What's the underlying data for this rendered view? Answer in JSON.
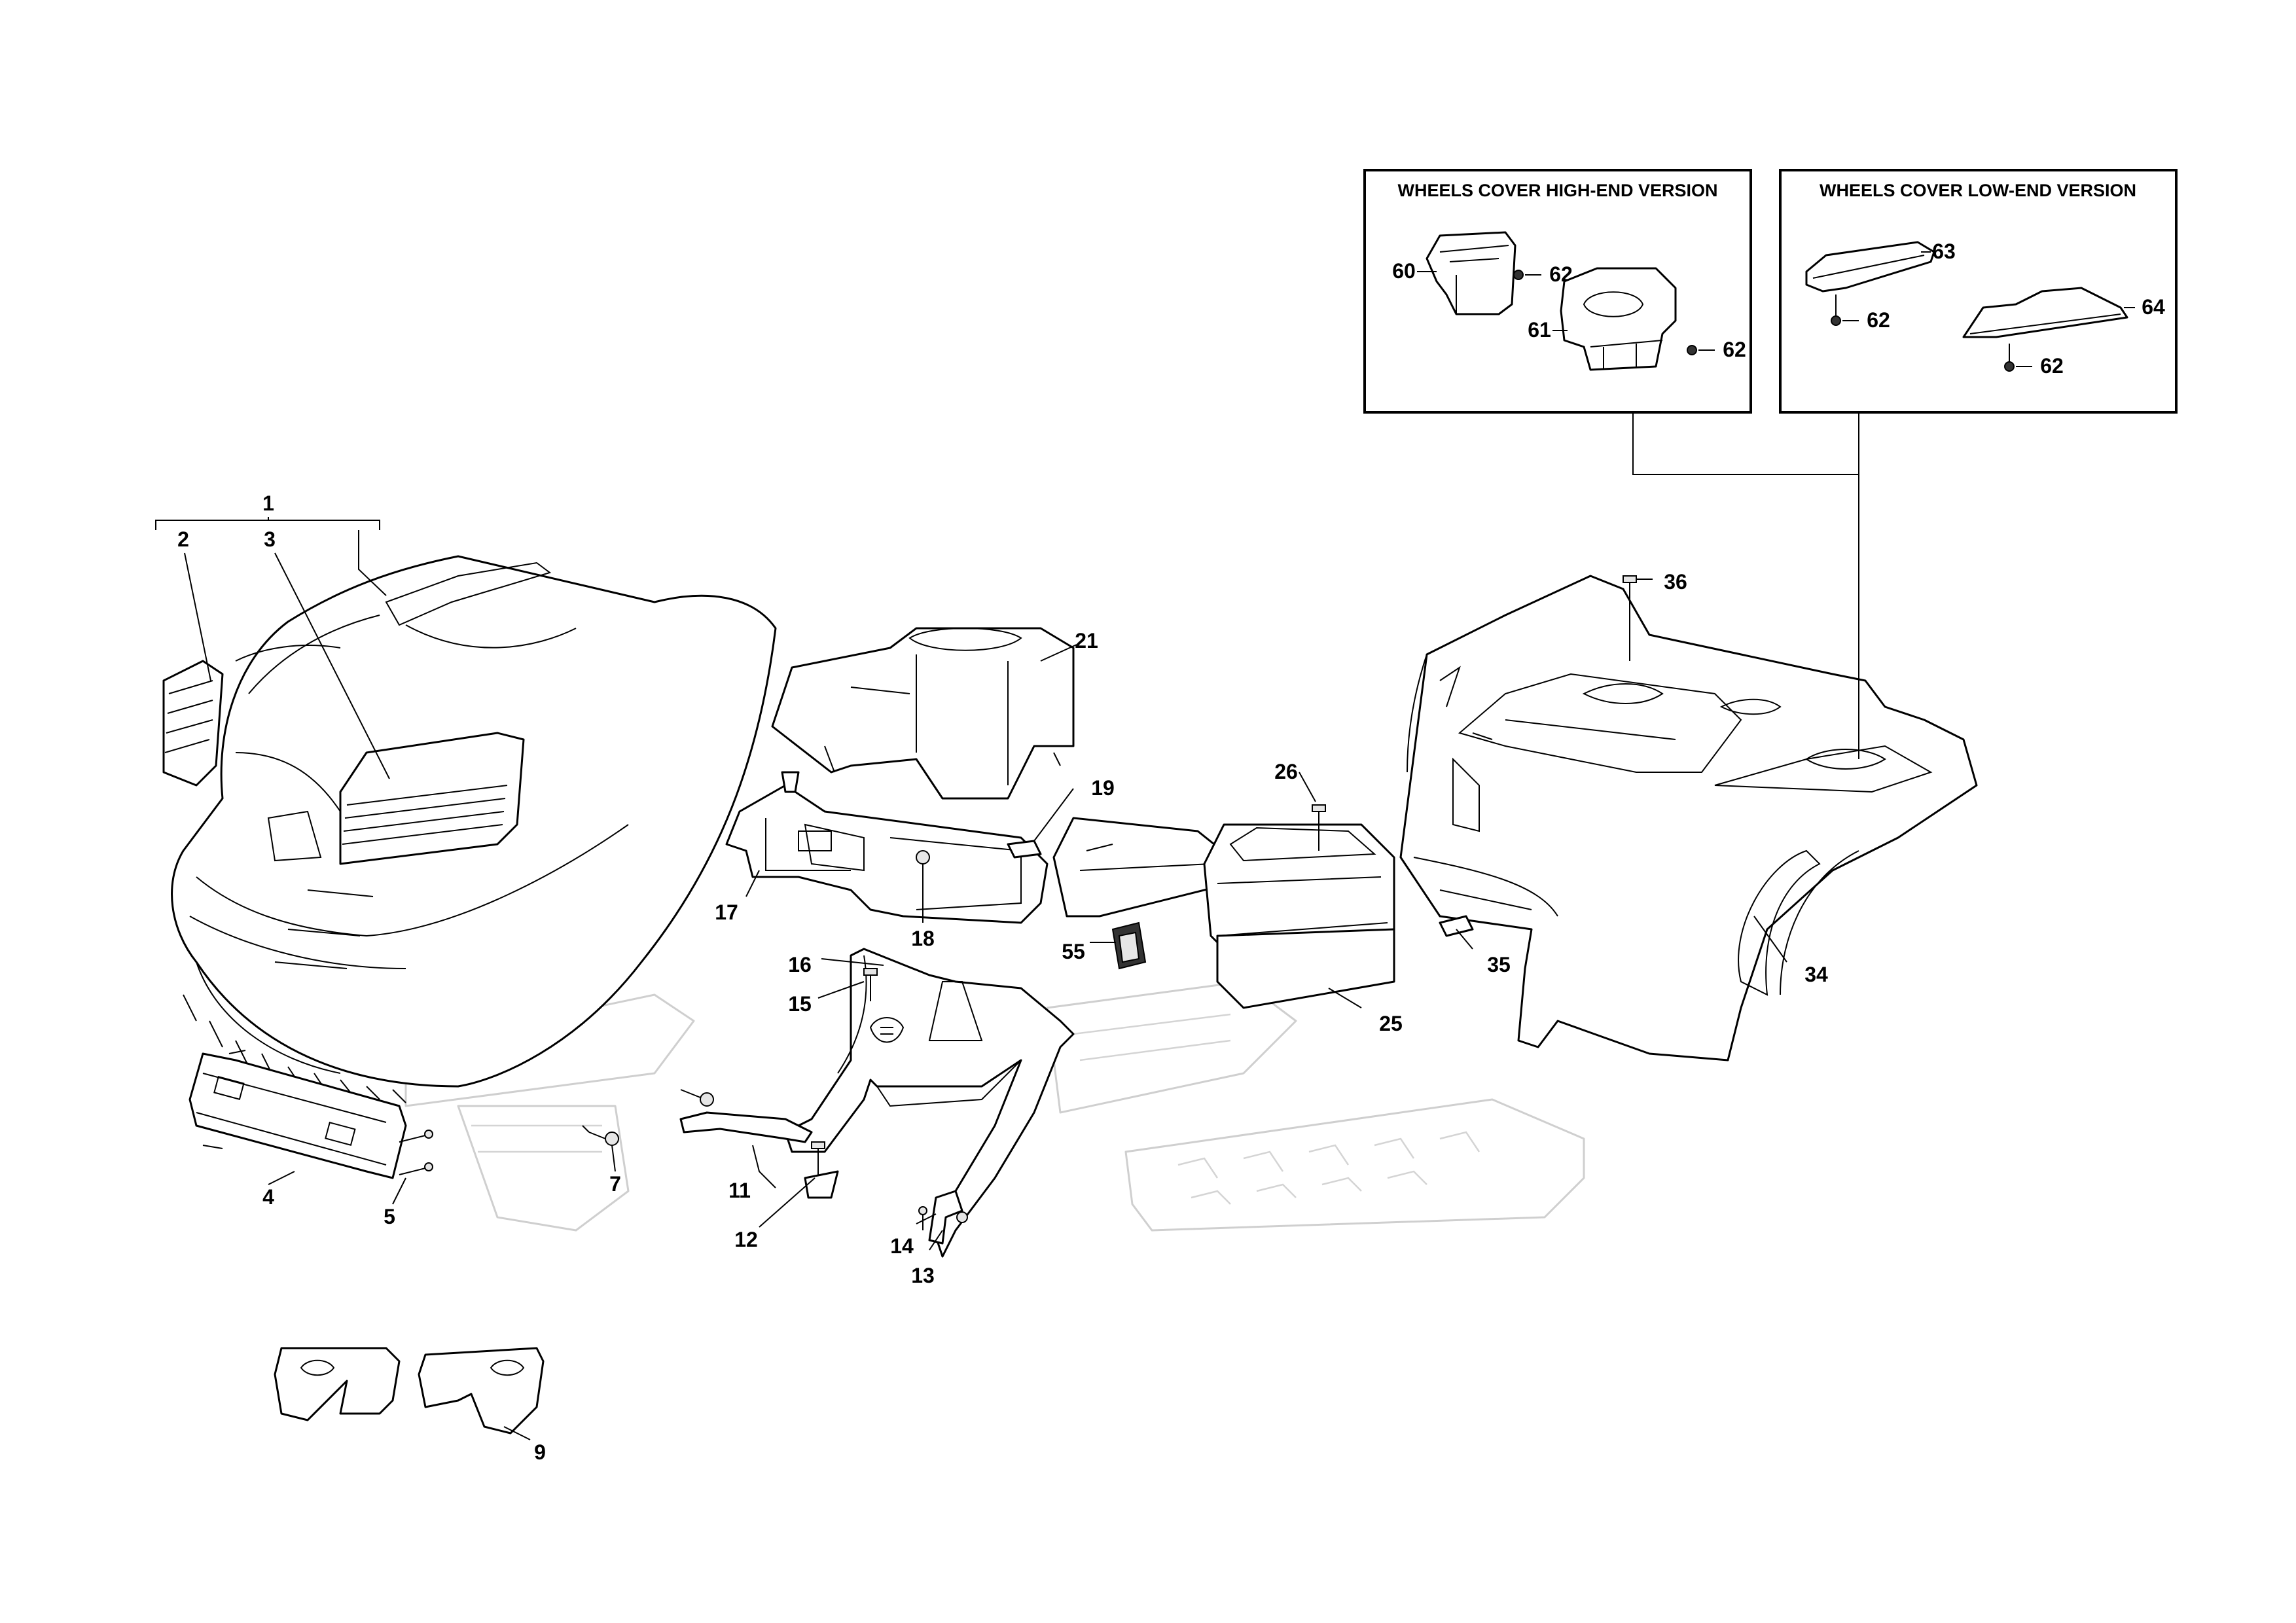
{
  "insets": [
    {
      "title": "WHEELS COVER HIGH-END VERSION",
      "labels": [
        "60",
        "62",
        "61",
        "62"
      ]
    },
    {
      "title": "WHEELS COVER LOW-END VERSION",
      "labels": [
        "63",
        "62",
        "64",
        "62"
      ]
    }
  ],
  "labels": {
    "p1": "1",
    "p2": "2",
    "p3": "3",
    "p4": "4",
    "p5": "5",
    "p7": "7",
    "p9": "9",
    "p11": "11",
    "p12": "12",
    "p13": "13",
    "p14": "14",
    "p15": "15",
    "p16": "16",
    "p17": "17",
    "p18": "18",
    "p19": "19",
    "p21": "21",
    "p25": "25",
    "p26": "26",
    "p34": "34",
    "p35": "35",
    "p36": "36",
    "p55": "55"
  }
}
